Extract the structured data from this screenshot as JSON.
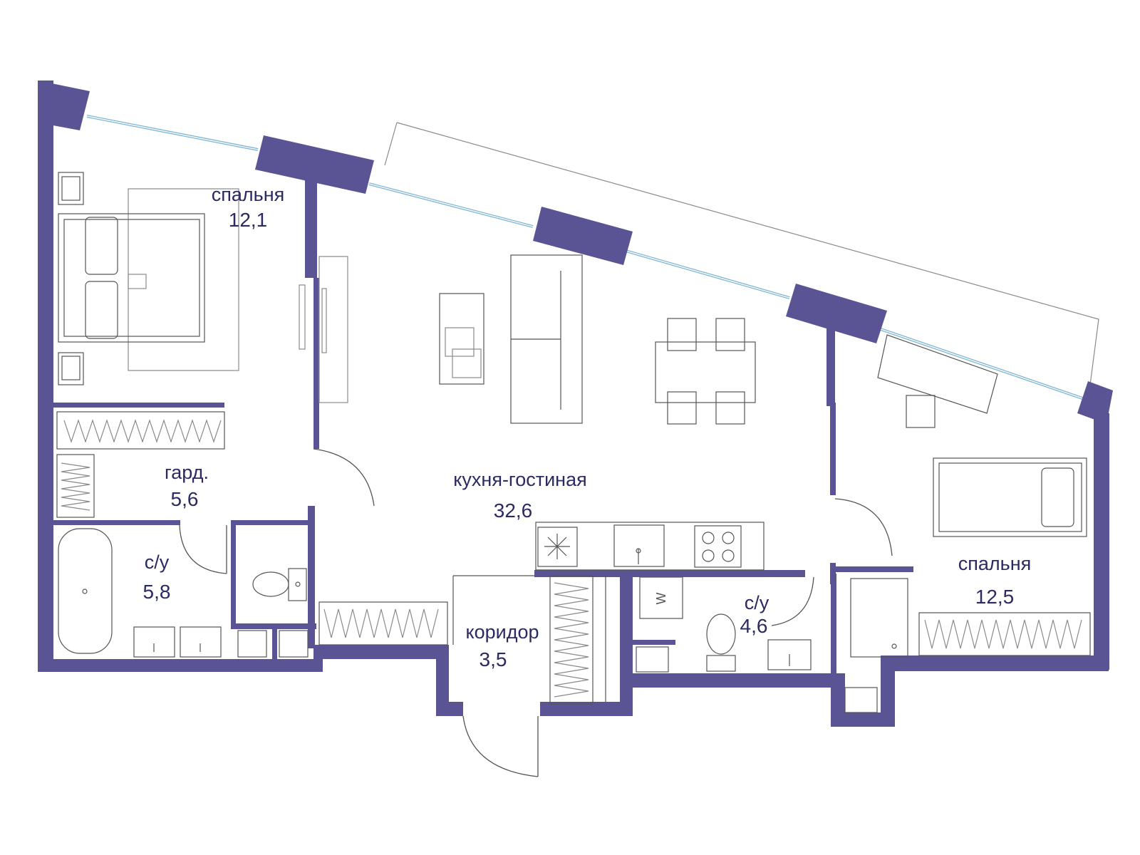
{
  "colors": {
    "wall": "#5b5494",
    "text": "#2c2a63",
    "glass": "#7fb6d6"
  },
  "rooms": {
    "bedroom_1": {
      "name": "спальня",
      "area": "12,1"
    },
    "wardrobe": {
      "name": "гард.",
      "area": "5,6"
    },
    "bathroom_1": {
      "name": "с/у",
      "area": "5,8"
    },
    "kitchen_living": {
      "name": "кухня-гостиная",
      "area": "32,6"
    },
    "corridor": {
      "name": "коридор",
      "area": "3,5"
    },
    "bathroom_2": {
      "name": "с/у",
      "area": "4,6"
    },
    "bedroom_2": {
      "name": "спальня",
      "area": "12,5"
    }
  },
  "appliances": {
    "washer_label": "W"
  }
}
